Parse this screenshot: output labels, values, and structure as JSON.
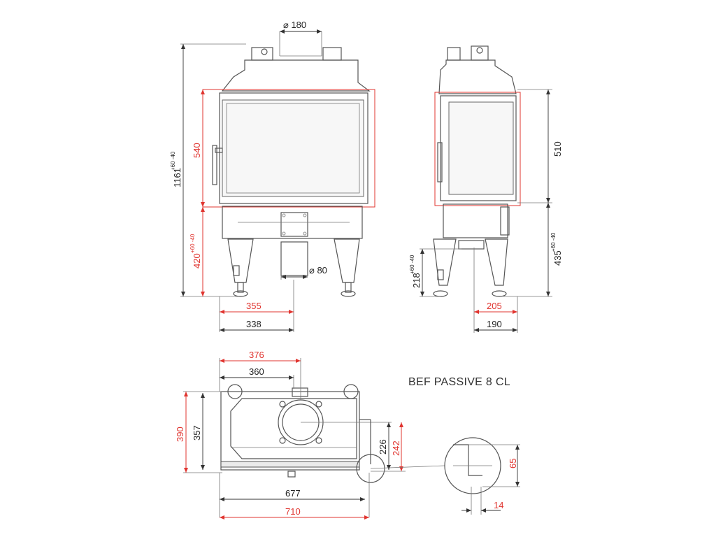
{
  "title": "BEF PASSIVE 8 CL",
  "front": {
    "flue_diameter": "180",
    "air_diameter": "80",
    "total_height": "1161",
    "total_height_tol": "+60 -40",
    "door_height": "540",
    "base_height": "420",
    "base_height_tol": "+60 -40",
    "width_355": "355",
    "width_338": "338"
  },
  "side": {
    "door_height": "510",
    "base_height": "435",
    "base_height_tol": "+60 -40",
    "air_height": "218",
    "air_height_tol": "+60 -40",
    "depth_205": "205",
    "depth_190": "190"
  },
  "plan": {
    "w_376": "376",
    "w_360": "360",
    "d_390": "390",
    "d_357": "357",
    "d_226": "226",
    "d_242": "242",
    "w_677": "677",
    "w_710": "710"
  },
  "detail": {
    "h_65": "65",
    "w_14": "14"
  },
  "colors": {
    "red_dimension": "#e0342f",
    "black_dimension": "#222222",
    "line": "#555555"
  }
}
